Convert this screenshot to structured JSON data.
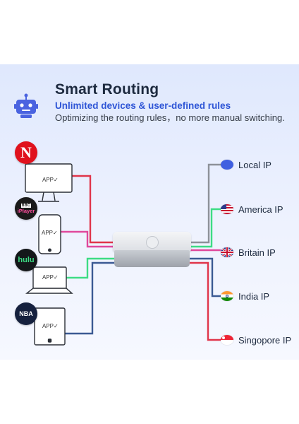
{
  "header": {
    "title": "Smart Routing",
    "subtitle": "Unlimited devices & user-defined rules",
    "description": "Optimizing the routing rules，no more manual switching."
  },
  "services": [
    {
      "name": "Netflix",
      "logo_text": "N",
      "device": "monitor",
      "app_label": "APP✓",
      "wire_color": "#e0354a"
    },
    {
      "name": "BBC iPlayer",
      "logo_line1": "BBC",
      "logo_line2": "iPlayer",
      "device": "phone",
      "app_label": "APP✓",
      "wire_color": "#e0489c"
    },
    {
      "name": "Hulu",
      "logo_text": "hulu",
      "device": "laptop",
      "app_label": "APP✓",
      "wire_color": "#3ddc84"
    },
    {
      "name": "NBA",
      "logo_text": "NBA",
      "device": "tablet",
      "app_label": "APP✓",
      "wire_color": "#3b5a93"
    }
  ],
  "ips": [
    {
      "label": "Local IP",
      "flag": "local",
      "wire_color": "#8d9199"
    },
    {
      "label": "America IP",
      "flag": "us",
      "wire_color": "#3ddc84"
    },
    {
      "label": "Britain IP",
      "flag": "uk",
      "wire_color": "#e0489c"
    },
    {
      "label": "India IP",
      "flag": "in",
      "wire_color": "#3b5a93"
    },
    {
      "label": "Singopore IP",
      "flag": "sg",
      "wire_color": "#e0354a"
    }
  ],
  "colors": {
    "accent": "#2e55d6",
    "title": "#1d2a3f",
    "local_ip_dot": "#3f5fe0"
  }
}
